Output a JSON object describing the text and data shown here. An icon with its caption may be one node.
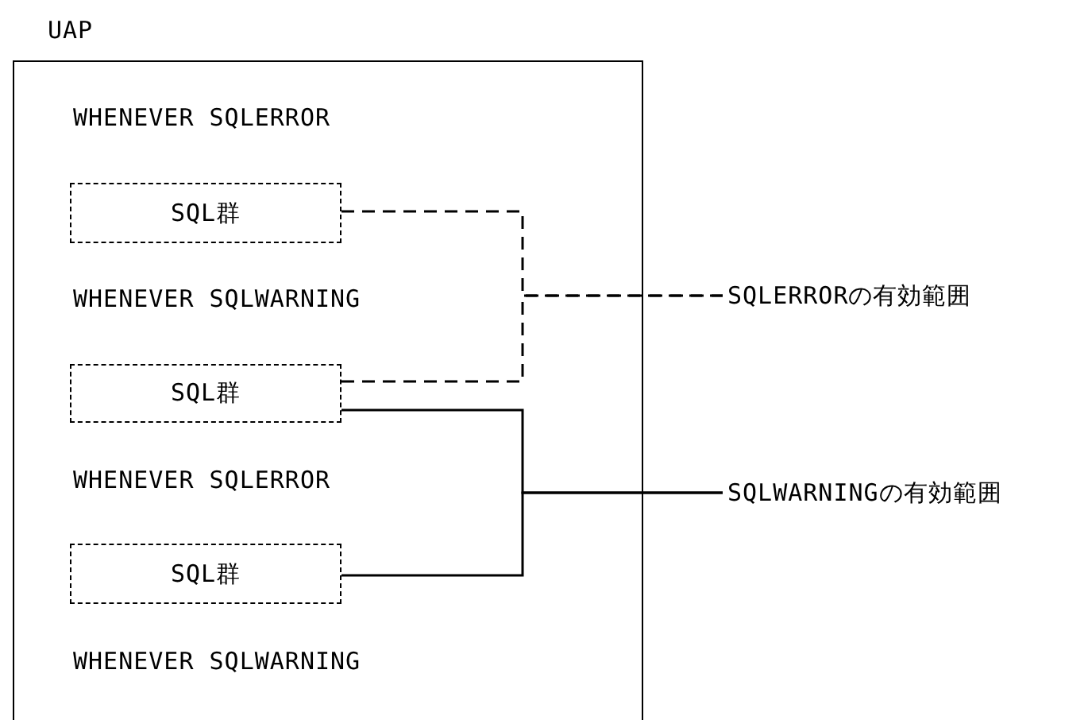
{
  "diagram": {
    "nodes": [
      {
        "text": [
          "UAP"
        ]
      },
      {
        "text": [
          "SQL群"
        ],
        "in": 0
      },
      {
        "text": [
          "SQL群"
        ],
        "in": 0
      },
      {
        "text": [
          "SQL群"
        ],
        "in": 0
      },
      {
        "text": [
          "SQLERRORの有効範囲"
        ]
      },
      {
        "text": [
          "SQLWARNINGの有効範囲"
        ]
      }
    ],
    "edges": [
      {
        "from": 1,
        "to": 4,
        "arrow": "none",
        "style": "dashed"
      },
      {
        "from": 2,
        "to": 4,
        "arrow": "none",
        "style": "dashed"
      },
      {
        "from": 2,
        "to": 5,
        "arrow": "none"
      },
      {
        "from": 3,
        "to": 5,
        "arrow": "none"
      }
    ],
    "labels": [
      "WHENEVER SQLERROR",
      "WHENEVER SQLWARNING",
      "WHENEVER SQLERROR",
      "WHENEVER SQLWARNING"
    ]
  }
}
